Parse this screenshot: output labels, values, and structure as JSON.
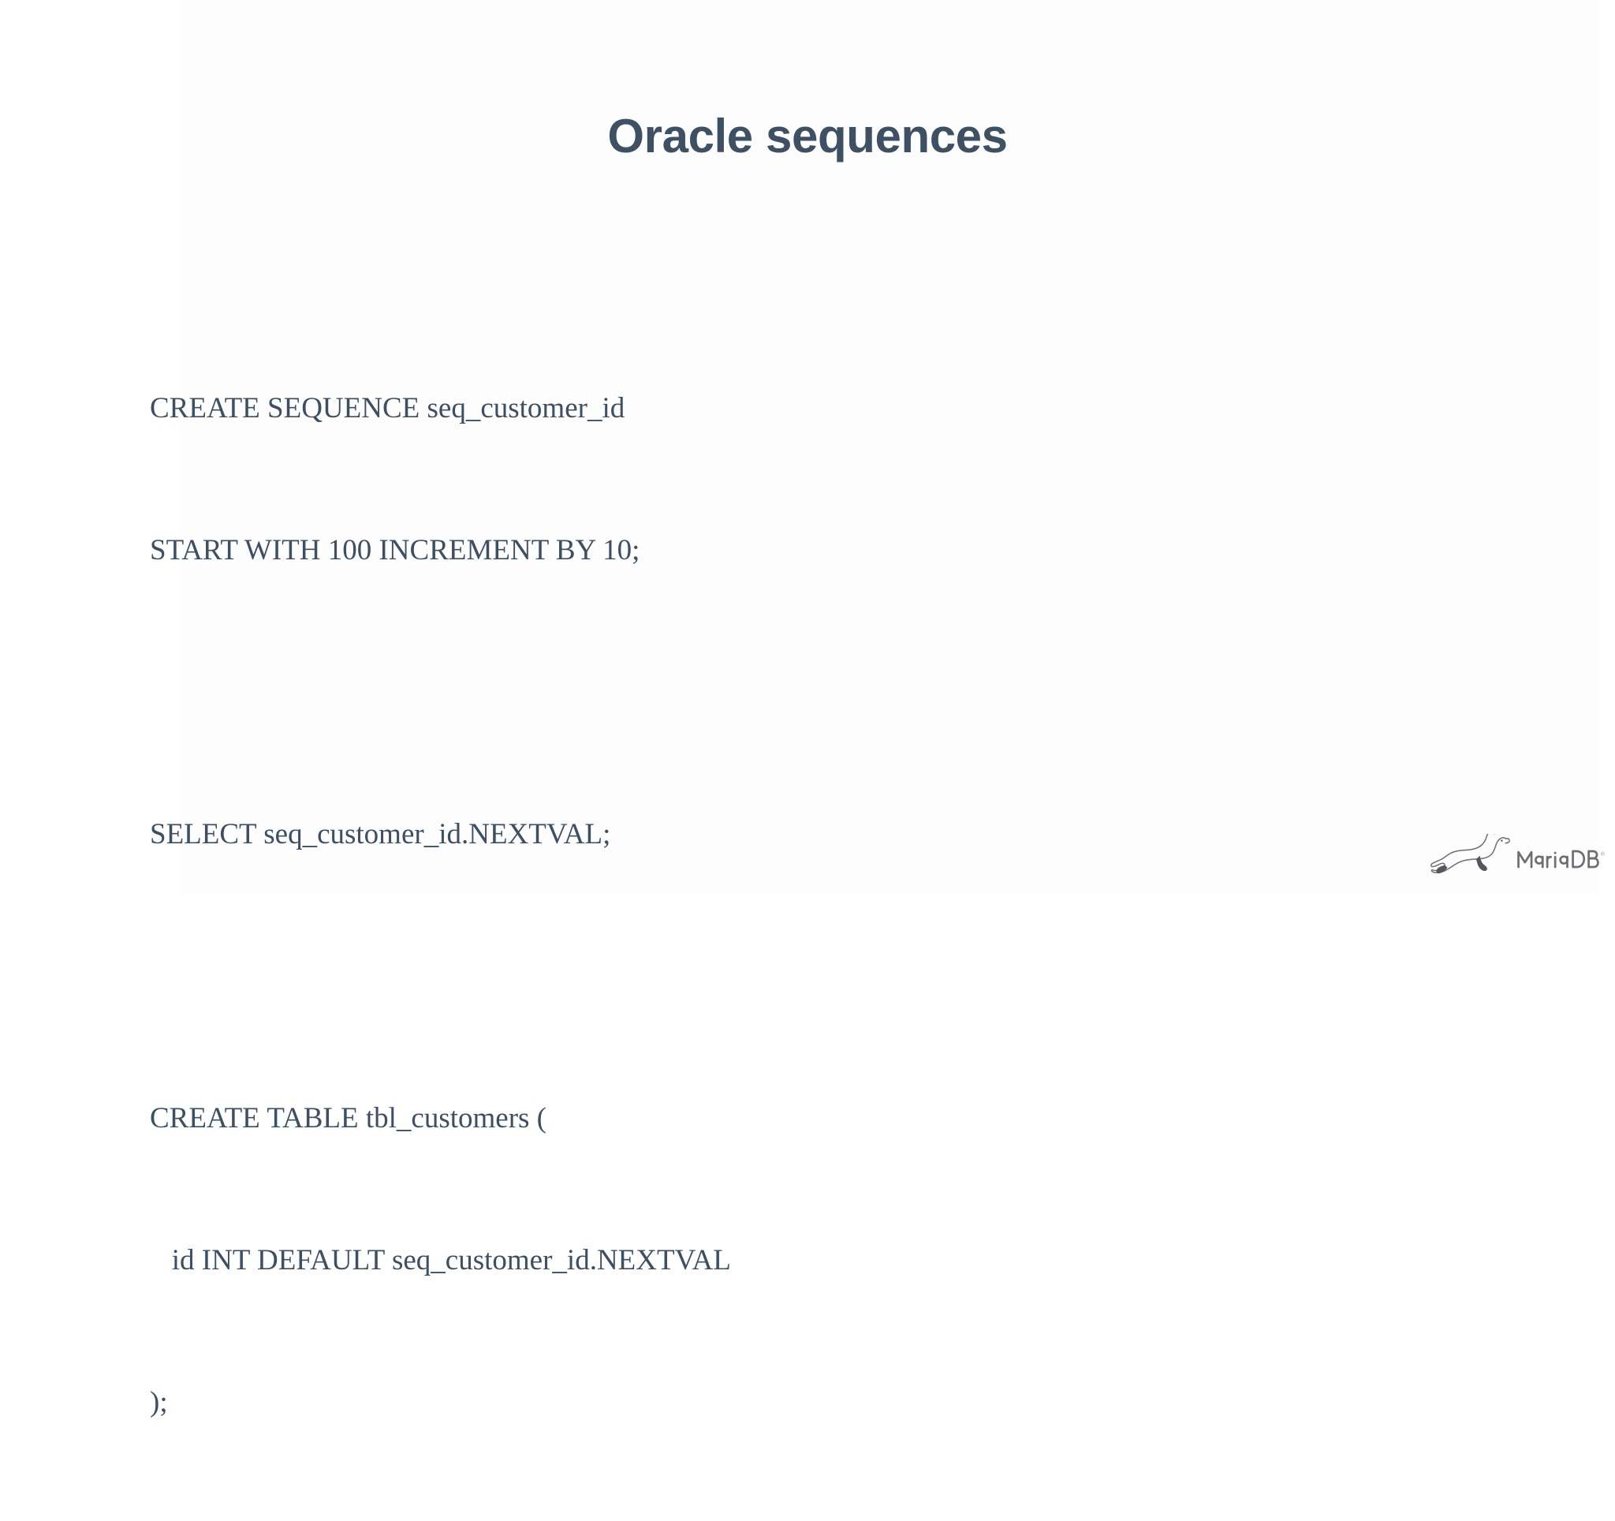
{
  "slide": {
    "title": "Oracle sequences",
    "background_color": "#ffffff",
    "title_color": "#3e5164",
    "body_color": "#3d4f63"
  },
  "code": {
    "language": "sql",
    "lines": [
      "CREATE SEQUENCE seq_customer_id",
      "START WITH 100 INCREMENT BY 10;",
      "",
      "SELECT seq_customer_id.NEXTVAL;",
      "",
      "CREATE TABLE tbl_customers (",
      "   id INT DEFAULT seq_customer_id.NEXTVAL",
      ");"
    ]
  },
  "brand": {
    "name": "MariaDB",
    "trademark": "®",
    "seal_icon": "sea-lion-icon",
    "color": "#6e6e74"
  }
}
